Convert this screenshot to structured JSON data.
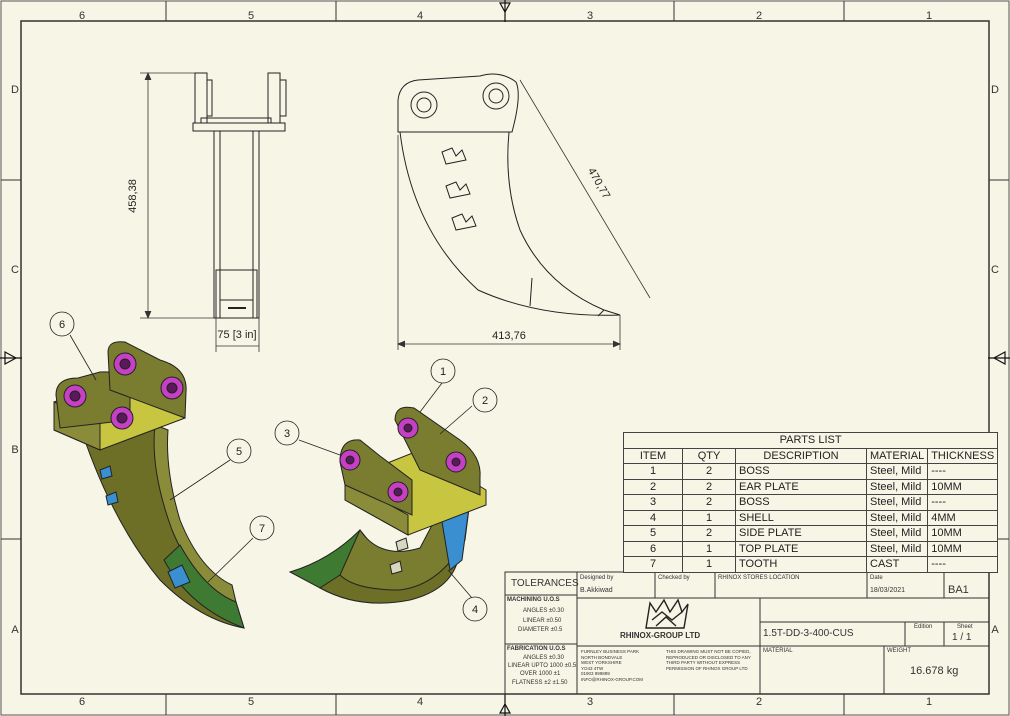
{
  "border": {
    "cols_top": [
      "6",
      "5",
      "4",
      "3",
      "2",
      "1"
    ],
    "cols_bottom": [
      "6",
      "5",
      "4",
      "3",
      "2",
      "1"
    ],
    "rows_left": [
      "D",
      "C",
      "B",
      "A"
    ],
    "rows_right": [
      "D",
      "C",
      "B",
      "A"
    ]
  },
  "dimensions": {
    "height": "458,38",
    "width_front": "75 [3 in]",
    "width_side": "413,76",
    "diagonal": "470,77"
  },
  "balloons": [
    "1",
    "2",
    "3",
    "4",
    "5",
    "6",
    "7"
  ],
  "parts_list": {
    "title": "PARTS LIST",
    "headers": [
      "ITEM",
      "QTY",
      "DESCRIPTION",
      "MATERIAL",
      "THICKNESS"
    ],
    "rows": [
      [
        "1",
        "2",
        "BOSS",
        "Steel, Mild",
        "----"
      ],
      [
        "2",
        "2",
        "EAR PLATE",
        "Steel, Mild",
        "10MM"
      ],
      [
        "3",
        "2",
        "BOSS",
        "Steel, Mild",
        "----"
      ],
      [
        "4",
        "1",
        "SHELL",
        "Steel, Mild",
        "4MM"
      ],
      [
        "5",
        "2",
        "SIDE PLATE",
        "Steel, Mild",
        "10MM"
      ],
      [
        "6",
        "1",
        "TOP PLATE",
        "Steel, Mild",
        "10MM"
      ],
      [
        "7",
        "1",
        "TOOTH",
        "CAST",
        "----"
      ]
    ]
  },
  "title_block": {
    "tolerances": "TOLERANCES",
    "machining_title": "MACHINING U.O.S",
    "machining_lines": [
      "ANGLES ±0.30",
      "LINEAR ±0.50",
      "DIAMETER ±0.5"
    ],
    "fabrication_title": "FABRICATION U.O.S",
    "fabrication_lines": [
      "ANGLES ±0.30",
      "LINEAR UPTO 1000 ±0.5",
      "OVER 1000 ±1",
      "FLATNESS ±2 ±1.50"
    ],
    "designed_by_label": "Designed by",
    "designed_by": "B.Akkiwad",
    "checked_by_label": "Checked by",
    "location": "RHINOX STORES LOCATION",
    "date_label": "Date",
    "date": "18/03/2021",
    "sheet_size": "BA1",
    "company": "RHINOX-GROUP LTD",
    "address_lines": [
      "FURNLEY BUSINESS PARK",
      "NORTH BONDVALE",
      "WEST YORKSHIRE",
      "YO43 4TW",
      "01903 999899",
      "INFO@RHINOX-GROUP.COM"
    ],
    "notice_lines": [
      "THIS DRAWING MUST NOT BE COPIED,",
      "REPRODUCED OR DISCLOSED TO ANY",
      "THIRD PARTY WITHOUT EXPRESS",
      "PERMISSION OF RHINOX GROUP LTD"
    ],
    "part_number": "1.5T-DD-3-400-CUS",
    "edition_label": "Edition",
    "sheet_label": "Sheet",
    "sheet_value": "1 / 1",
    "material_label": "MATERIAL",
    "weight_label": "WEIGHT",
    "weight": "16.678 kg"
  }
}
